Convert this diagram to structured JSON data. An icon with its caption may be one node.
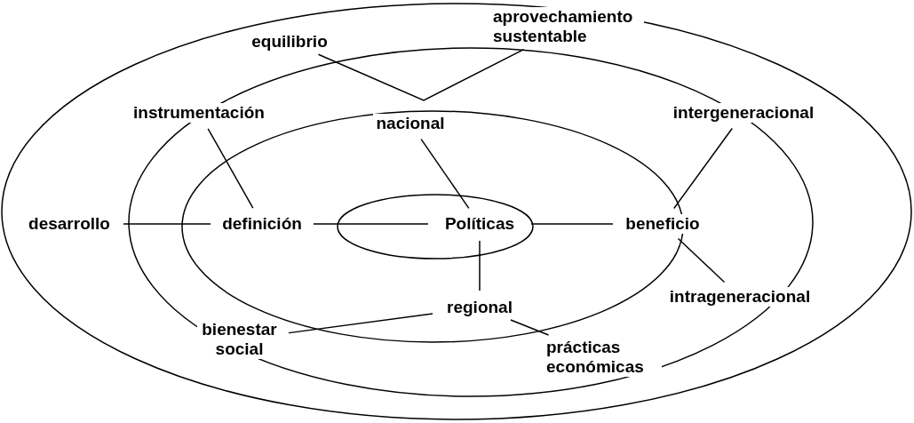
{
  "diagram": {
    "nodes": [
      {
        "text": [
          "equilibrio"
        ]
      },
      {
        "text": [
          "aprovechamiento sustentable"
        ]
      },
      {
        "text": [
          "instrumentación"
        ]
      },
      {
        "text": [
          "nacional"
        ]
      },
      {
        "text": [
          "intergeneracional"
        ]
      },
      {
        "text": [
          "desarrollo"
        ]
      },
      {
        "text": [
          "definición"
        ]
      },
      {
        "text": [
          "Políticas"
        ]
      },
      {
        "text": [
          "beneficio"
        ]
      },
      {
        "text": [
          "intrageneracional"
        ]
      },
      {
        "text": [
          "regional"
        ]
      },
      {
        "text": [
          "bienestar social"
        ]
      },
      {
        "text": [
          "prácticas económicas"
        ]
      }
    ],
    "edges": [
      {
        "from": 0,
        "to": 1,
        "arrow": "none"
      },
      {
        "from": 2,
        "to": 6,
        "arrow": "none"
      },
      {
        "from": 3,
        "to": 7,
        "arrow": "none"
      },
      {
        "from": 4,
        "to": 8,
        "arrow": "none"
      },
      {
        "from": 5,
        "to": 6,
        "arrow": "none"
      },
      {
        "from": 6,
        "to": 7,
        "arrow": "none"
      },
      {
        "from": 7,
        "to": 8,
        "arrow": "none"
      },
      {
        "from": 7,
        "to": 10,
        "arrow": "none"
      },
      {
        "from": 8,
        "to": 9,
        "arrow": "none"
      },
      {
        "from": 10,
        "to": 11,
        "arrow": "none"
      },
      {
        "from": 10,
        "to": 12,
        "arrow": "none"
      }
    ]
  }
}
